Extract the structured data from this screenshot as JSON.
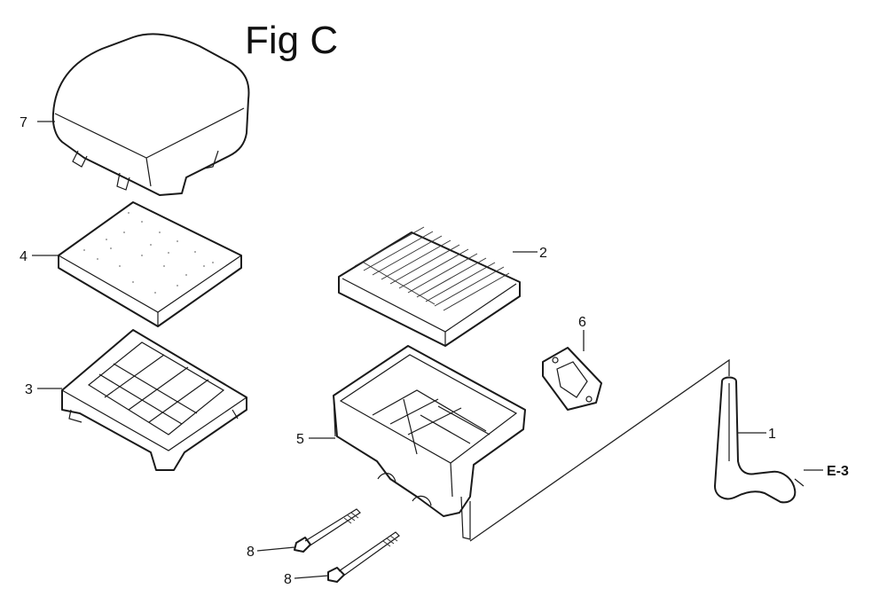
{
  "figure": {
    "title": "Fig C",
    "reference_label": "E-3"
  },
  "callouts": [
    {
      "id": "1",
      "text": "1"
    },
    {
      "id": "2",
      "text": "2"
    },
    {
      "id": "3",
      "text": "3"
    },
    {
      "id": "4",
      "text": "4"
    },
    {
      "id": "5",
      "text": "5"
    },
    {
      "id": "6",
      "text": "6"
    },
    {
      "id": "7",
      "text": "7"
    },
    {
      "id": "8a",
      "text": "8"
    },
    {
      "id": "8b",
      "text": "8"
    }
  ]
}
